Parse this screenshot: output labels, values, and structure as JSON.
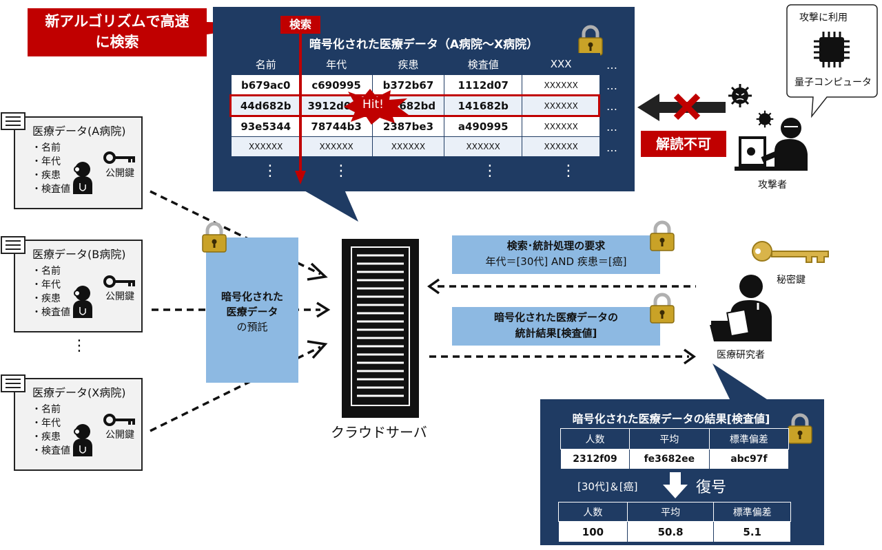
{
  "callout": {
    "line1": "新アルゴリズムで高速",
    "line2": "に検索"
  },
  "search_label": "検索",
  "db": {
    "title": "暗号化された医療データ（A病院～X病院）",
    "headers": [
      "名前",
      "年代",
      "疾患",
      "検査値",
      "XXX"
    ],
    "rows": [
      [
        "b679ac0",
        "c690995",
        "b372b67",
        "1112d07",
        "XXXXXX"
      ],
      [
        "44d682b",
        "3912d0",
        "682bd",
        "141682b",
        "XXXXXX"
      ],
      [
        "93e5344",
        "78744b3",
        "2387be3",
        "a490995",
        "XXXXXX"
      ],
      [
        "XXXXXX",
        "XXXXXX",
        "XXXXXX",
        "XXXXXX",
        "XXXXXX"
      ]
    ],
    "ellipsis_h": "…",
    "ellipsis_v": "⋮",
    "hit": "Hit!"
  },
  "attacker": {
    "bubble": "攻撃に利用",
    "bubble2": "量子コンピュータ",
    "decode_fail": "解読不可",
    "label": "攻撃者"
  },
  "hospitals": [
    {
      "name": "医療データ(A病院)",
      "items": [
        "・名前",
        "・年代",
        "・疾患",
        "・検査値"
      ],
      "key": "公開鍵"
    },
    {
      "name": "医療データ(B病院)",
      "items": [
        "・名前",
        "・年代",
        "・疾患",
        "・検査値"
      ],
      "key": "公開鍵"
    },
    {
      "name": "医療データ(X病院)",
      "items": [
        "・名前",
        "・年代",
        "・疾患",
        "・検査値"
      ],
      "key": "公開鍵"
    }
  ],
  "hospital_dots": "⋮",
  "deposit": {
    "line1": "暗号化された",
    "line2": "医療データ",
    "line3": "の預託"
  },
  "server_label": "クラウドサーバ",
  "request": {
    "line1": "検索･統計処理の要求",
    "line2": "年代＝[30代] AND 疾患＝[癌]"
  },
  "reply": {
    "line1": "暗号化された医療データの",
    "line2": "統計結果[検査値]"
  },
  "researcher": {
    "key_label": "秘密鍵",
    "label": "医療研究者"
  },
  "result": {
    "title": "暗号化された医療データの結果[検査値]",
    "headers": [
      "人数",
      "平均",
      "標準偏差"
    ],
    "enc_row": [
      "2312f09",
      "fe3682ee",
      "abc97f"
    ],
    "condition": "[30代]＆[癌]",
    "decrypt": "復号",
    "dec_row": [
      "100",
      "50.8",
      "5.1"
    ]
  },
  "colors": {
    "navy": "#1f3b63",
    "red": "#c00000",
    "light_blue": "#8db9e2",
    "gold": "#c9a227"
  }
}
